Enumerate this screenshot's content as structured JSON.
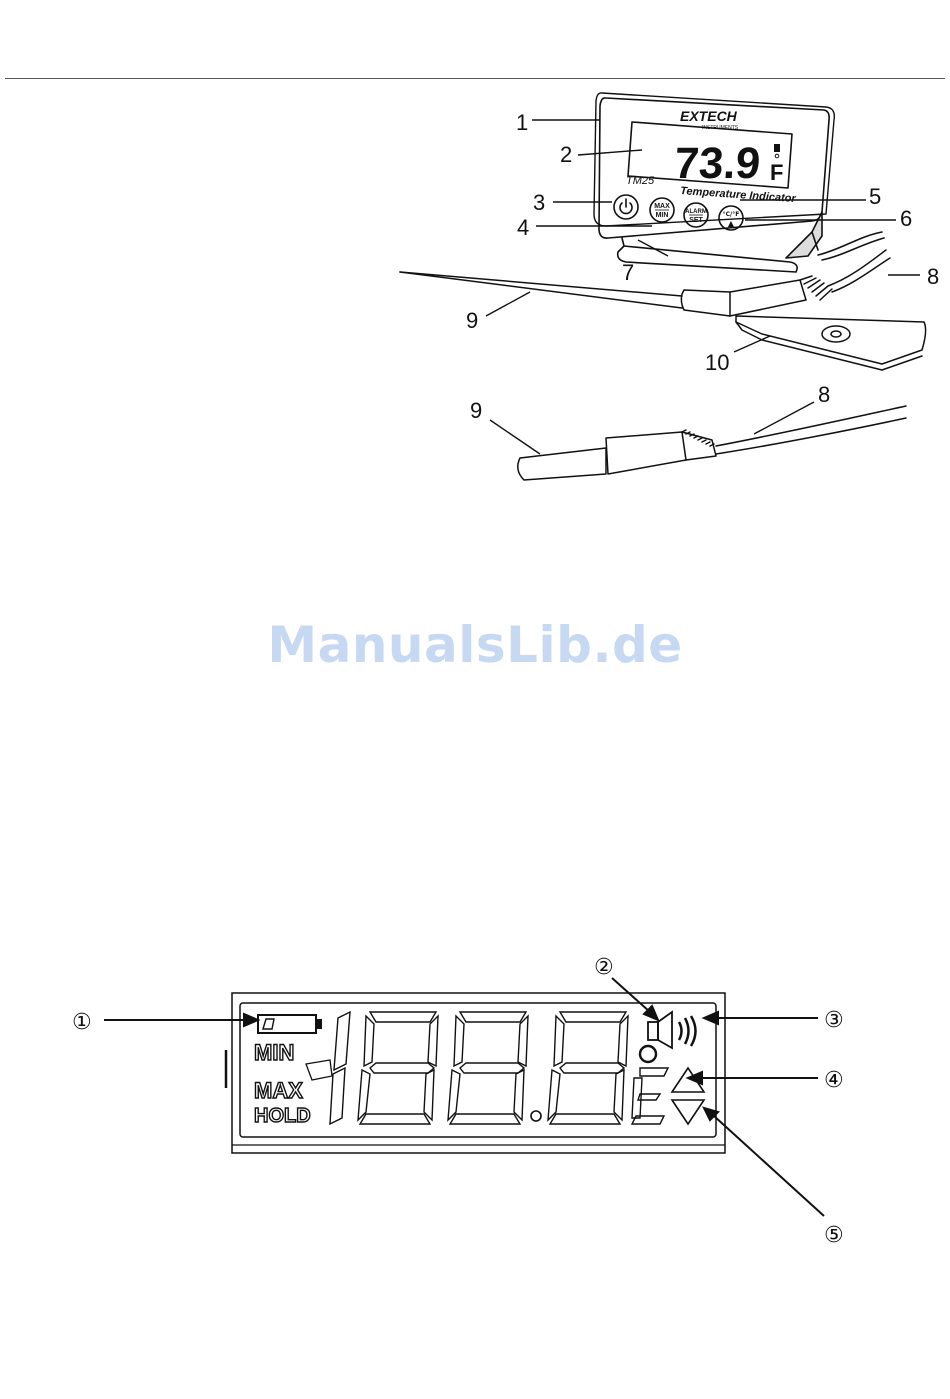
{
  "figure1": {
    "brand": "EXTECH",
    "brand_sub": "INSTRUMENTS",
    "model": "TM25",
    "product": "Temperature Indicator",
    "reading": "73.9",
    "unit": "F",
    "buttons": {
      "max_top": "MAX",
      "max_bottom": "MIN",
      "alarm_top": "ALARM",
      "alarm_bottom": "SET",
      "unit_top": "°C/°F",
      "unit_bottom": "▲"
    },
    "callouts": [
      "1",
      "2",
      "3",
      "4",
      "5",
      "6",
      "7",
      "8",
      "9",
      "10"
    ],
    "callouts_lower": [
      "9",
      "8"
    ]
  },
  "watermark": "ManualsLib.de",
  "figure2": {
    "labels": {
      "min": "MIN",
      "max": "MAX",
      "hold": "HOLD",
      "e": "E"
    },
    "callouts": [
      "①",
      "②",
      "③",
      "④",
      "⑤"
    ]
  }
}
